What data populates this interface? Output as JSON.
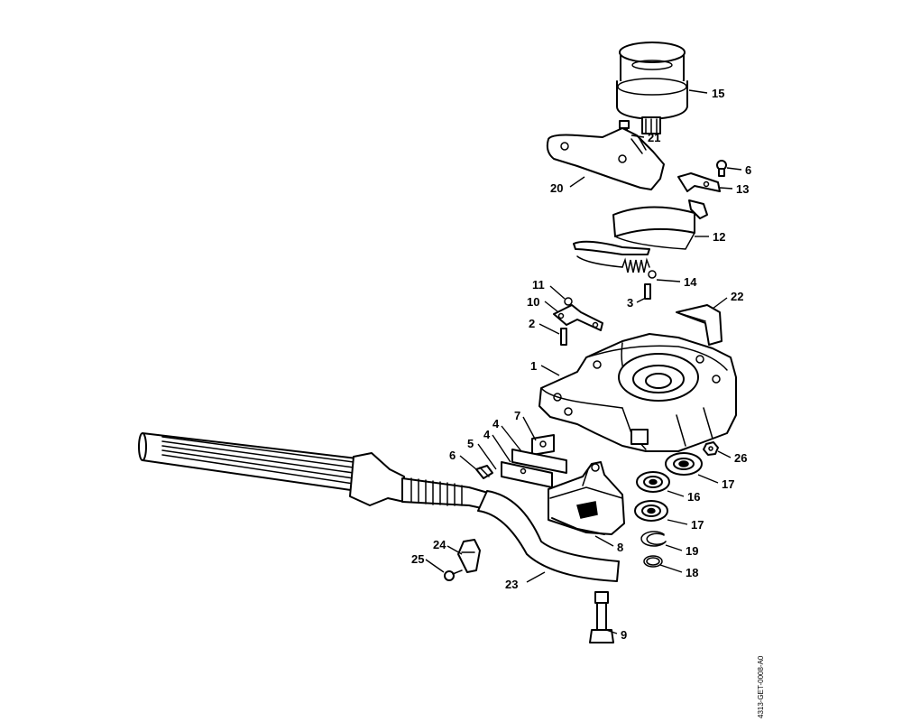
{
  "diagram": {
    "callouts": {
      "c1": "1",
      "c2": "2",
      "c3": "3",
      "c4": "4",
      "c5": "5",
      "c6a": "6",
      "c6b": "6",
      "c7": "7",
      "c8": "8",
      "c9": "9",
      "c10": "10",
      "c11": "11",
      "c12": "12",
      "c13": "13",
      "c14": "14",
      "c15": "15",
      "c16": "16",
      "c17a": "17",
      "c17b": "17",
      "c18": "18",
      "c19": "19",
      "c20": "20",
      "c21": "21",
      "c22": "22",
      "c23": "23",
      "c24": "24",
      "c25": "25",
      "c26": "26"
    },
    "document_id": "4313-GET-0008-A0"
  }
}
